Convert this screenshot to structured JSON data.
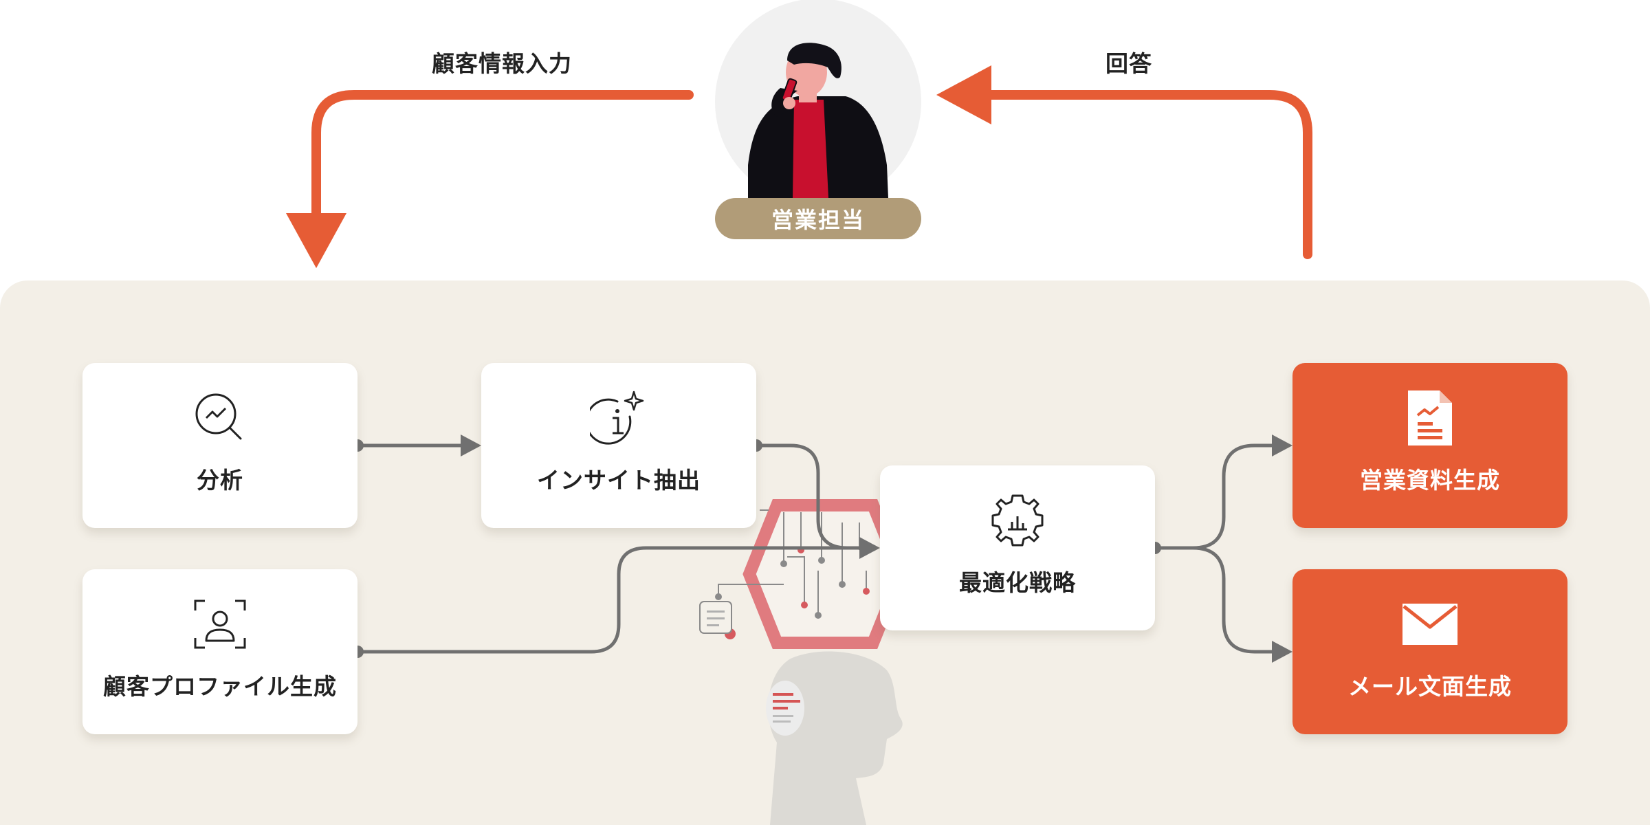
{
  "diagram": {
    "actor": {
      "role_label": "営業担当"
    },
    "flows": {
      "input_label": "顧客情報入力",
      "answer_label": "回答"
    },
    "nodes": {
      "analysis": "分析",
      "insight": "インサイト抽出",
      "profile": "顧客プロファイル生成",
      "optimize": "最適化戦略",
      "sales_material": "営業資料生成",
      "email_text": "メール文面生成"
    },
    "colors": {
      "accent": "#e65c35",
      "panel": "#f3efe7",
      "badge": "#b19c78",
      "connector": "#707070"
    },
    "icons": {
      "analysis": "analytics-magnifier-icon",
      "insight": "info-sparkle-icon",
      "profile": "user-scan-icon",
      "optimize": "gear-chart-icon",
      "sales_material": "document-chart-icon",
      "email_text": "mail-envelope-icon"
    }
  }
}
